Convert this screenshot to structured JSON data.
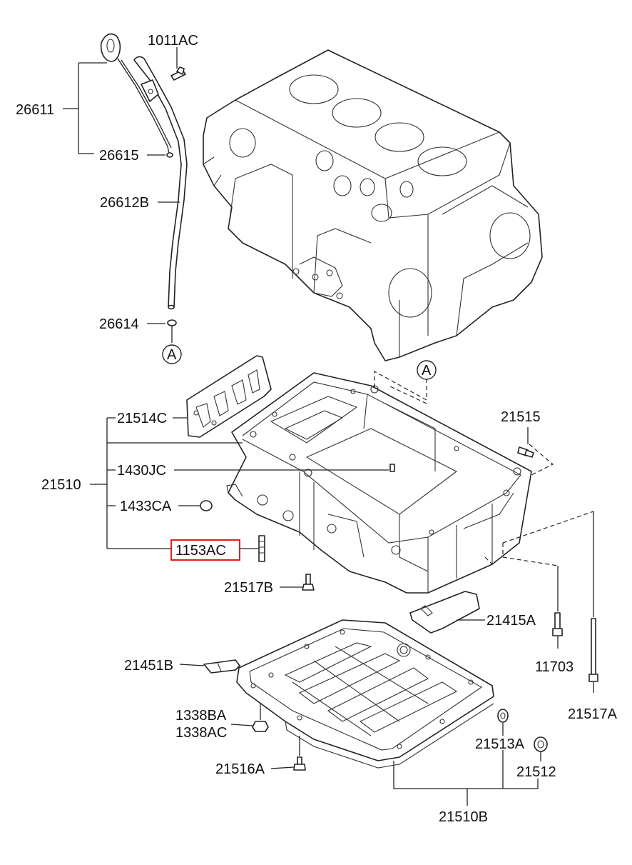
{
  "diagram": {
    "highlight_color": "#e0201b",
    "highlighted_part": "1153AC",
    "labels": {
      "p1011AC": "1011AC",
      "p26611": "26611",
      "p26615": "26615",
      "p26612B": "26612B",
      "p26614": "26614",
      "refA1": "A",
      "refA2": "A",
      "p21515": "21515",
      "p21514C": "21514C",
      "p21510": "21510",
      "p1430JC": "1430JC",
      "p1433CA": "1433CA",
      "p1153AC": "1153AC",
      "p21517B": "21517B",
      "p21415A": "21415A",
      "p21451B": "21451B",
      "p11703": "11703",
      "p1338BA": "1338BA",
      "p1338AC": "1338AC",
      "p21517A": "21517A",
      "p21513A": "21513A",
      "p21516A": "21516A",
      "p21512": "21512",
      "p21510B": "21510B"
    }
  }
}
